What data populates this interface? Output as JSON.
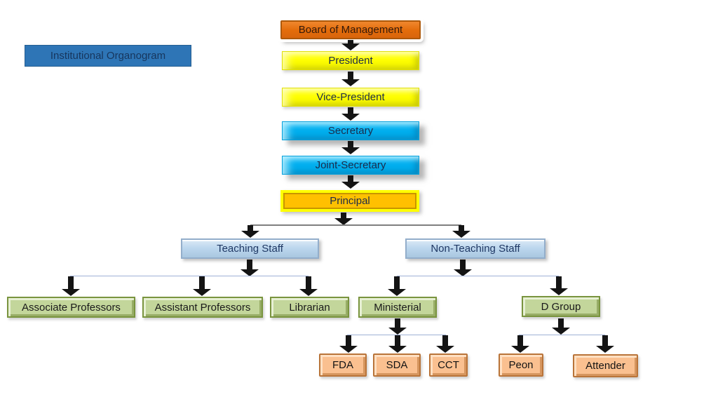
{
  "title_label": "Institutional Organogram",
  "nodes": {
    "board_of_management": "Board of Management",
    "president": "President",
    "vice_president": "Vice-President",
    "secretary": "Secretary",
    "joint_secretary": "Joint-Secretary",
    "principal": "Principal",
    "teaching_staff": "Teaching Staff",
    "non_teaching_staff": "Non-Teaching Staff",
    "associate_professors": "Associate Professors",
    "assistant_professors": "Assistant Professors",
    "librarian": "Librarian",
    "ministerial": "Ministerial",
    "d_group": "D Group",
    "fda": "FDA",
    "sda": "SDA",
    "cct": "CCT",
    "peon": "Peon",
    "attender": "Attender"
  },
  "edges": [
    [
      "Board of Management",
      "President"
    ],
    [
      "President",
      "Vice-President"
    ],
    [
      "Vice-President",
      "Secretary"
    ],
    [
      "Secretary",
      "Joint-Secretary"
    ],
    [
      "Joint-Secretary",
      "Principal"
    ],
    [
      "Principal",
      "Teaching Staff"
    ],
    [
      "Principal",
      "Non-Teaching Staff"
    ],
    [
      "Teaching Staff",
      "Associate Professors"
    ],
    [
      "Teaching Staff",
      "Assistant Professors"
    ],
    [
      "Teaching Staff",
      "Librarian"
    ],
    [
      "Non-Teaching Staff",
      "Ministerial"
    ],
    [
      "Non-Teaching Staff",
      "D Group"
    ],
    [
      "Ministerial",
      "FDA"
    ],
    [
      "Ministerial",
      "SDA"
    ],
    [
      "Ministerial",
      "CCT"
    ],
    [
      "D Group",
      "Peon"
    ],
    [
      "D Group",
      "Attender"
    ]
  ],
  "colors": {
    "title_bg": "#2E75B6",
    "board_bg": "#E36C0A",
    "president_level_bg": "#FFFF00",
    "secretary_level_bg": "#00B0F0",
    "principal_bg": "#FFC000",
    "principal_border": "#FFFF00",
    "staff_bg": "#BDD7EE",
    "department_bg": "#C3D69B",
    "sub_bg": "#FAC090",
    "arrow": "#141414",
    "connector_gray": "#7F7F7F",
    "connector_blue": "#9FB1D6"
  }
}
